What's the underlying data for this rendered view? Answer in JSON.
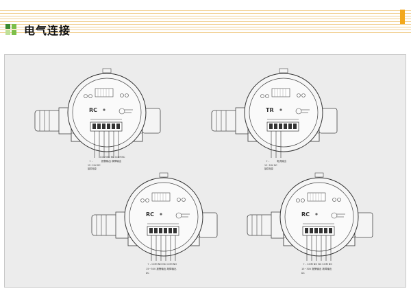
{
  "header": {
    "title": "电气连接",
    "accent_color": "#f3a81c",
    "stripe_color": "#f1ce8d",
    "square_colors": [
      "#3b8a31",
      "#7dbf4a",
      "#bfe099"
    ]
  },
  "devices": [
    {
      "type_label": "RC",
      "wire_label": "COM NO NC COM NC",
      "caption": "报警输出 故障输出",
      "power_label": "12~24V DC",
      "power_note": "接供电源",
      "power_polarity": "+  -"
    },
    {
      "type_label": "TR",
      "wire_label": "",
      "caption": "电流输出",
      "power_label": "12~24V DC",
      "power_note": "接供电源",
      "power_polarity": "+  -"
    },
    {
      "type_label": "RC",
      "wire_label": "+  -  COM NO NC COM NO",
      "caption": "15~30V 报警输出 故障输出",
      "sub_caption": "DC"
    },
    {
      "type_label": "RC",
      "wire_label": "+  -  COM NO NC COM NO",
      "caption": "15~30V 报警输出 故障输出",
      "sub_caption": "DC"
    }
  ]
}
